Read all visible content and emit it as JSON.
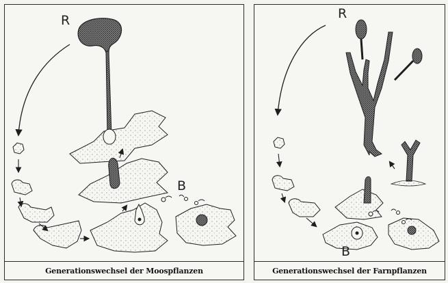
{
  "left_panel": {
    "caption": "Generationswechsel der Moospflanzen",
    "label_r": "R",
    "label_b": "B"
  },
  "right_panel": {
    "caption": "Generationswechsel der Farnpflanzen",
    "label_r": "R",
    "label_b": "B"
  },
  "colors": {
    "ink": "#1e1e1e",
    "hatch_fill": "#555555",
    "stipple": "#7a7a7a"
  }
}
